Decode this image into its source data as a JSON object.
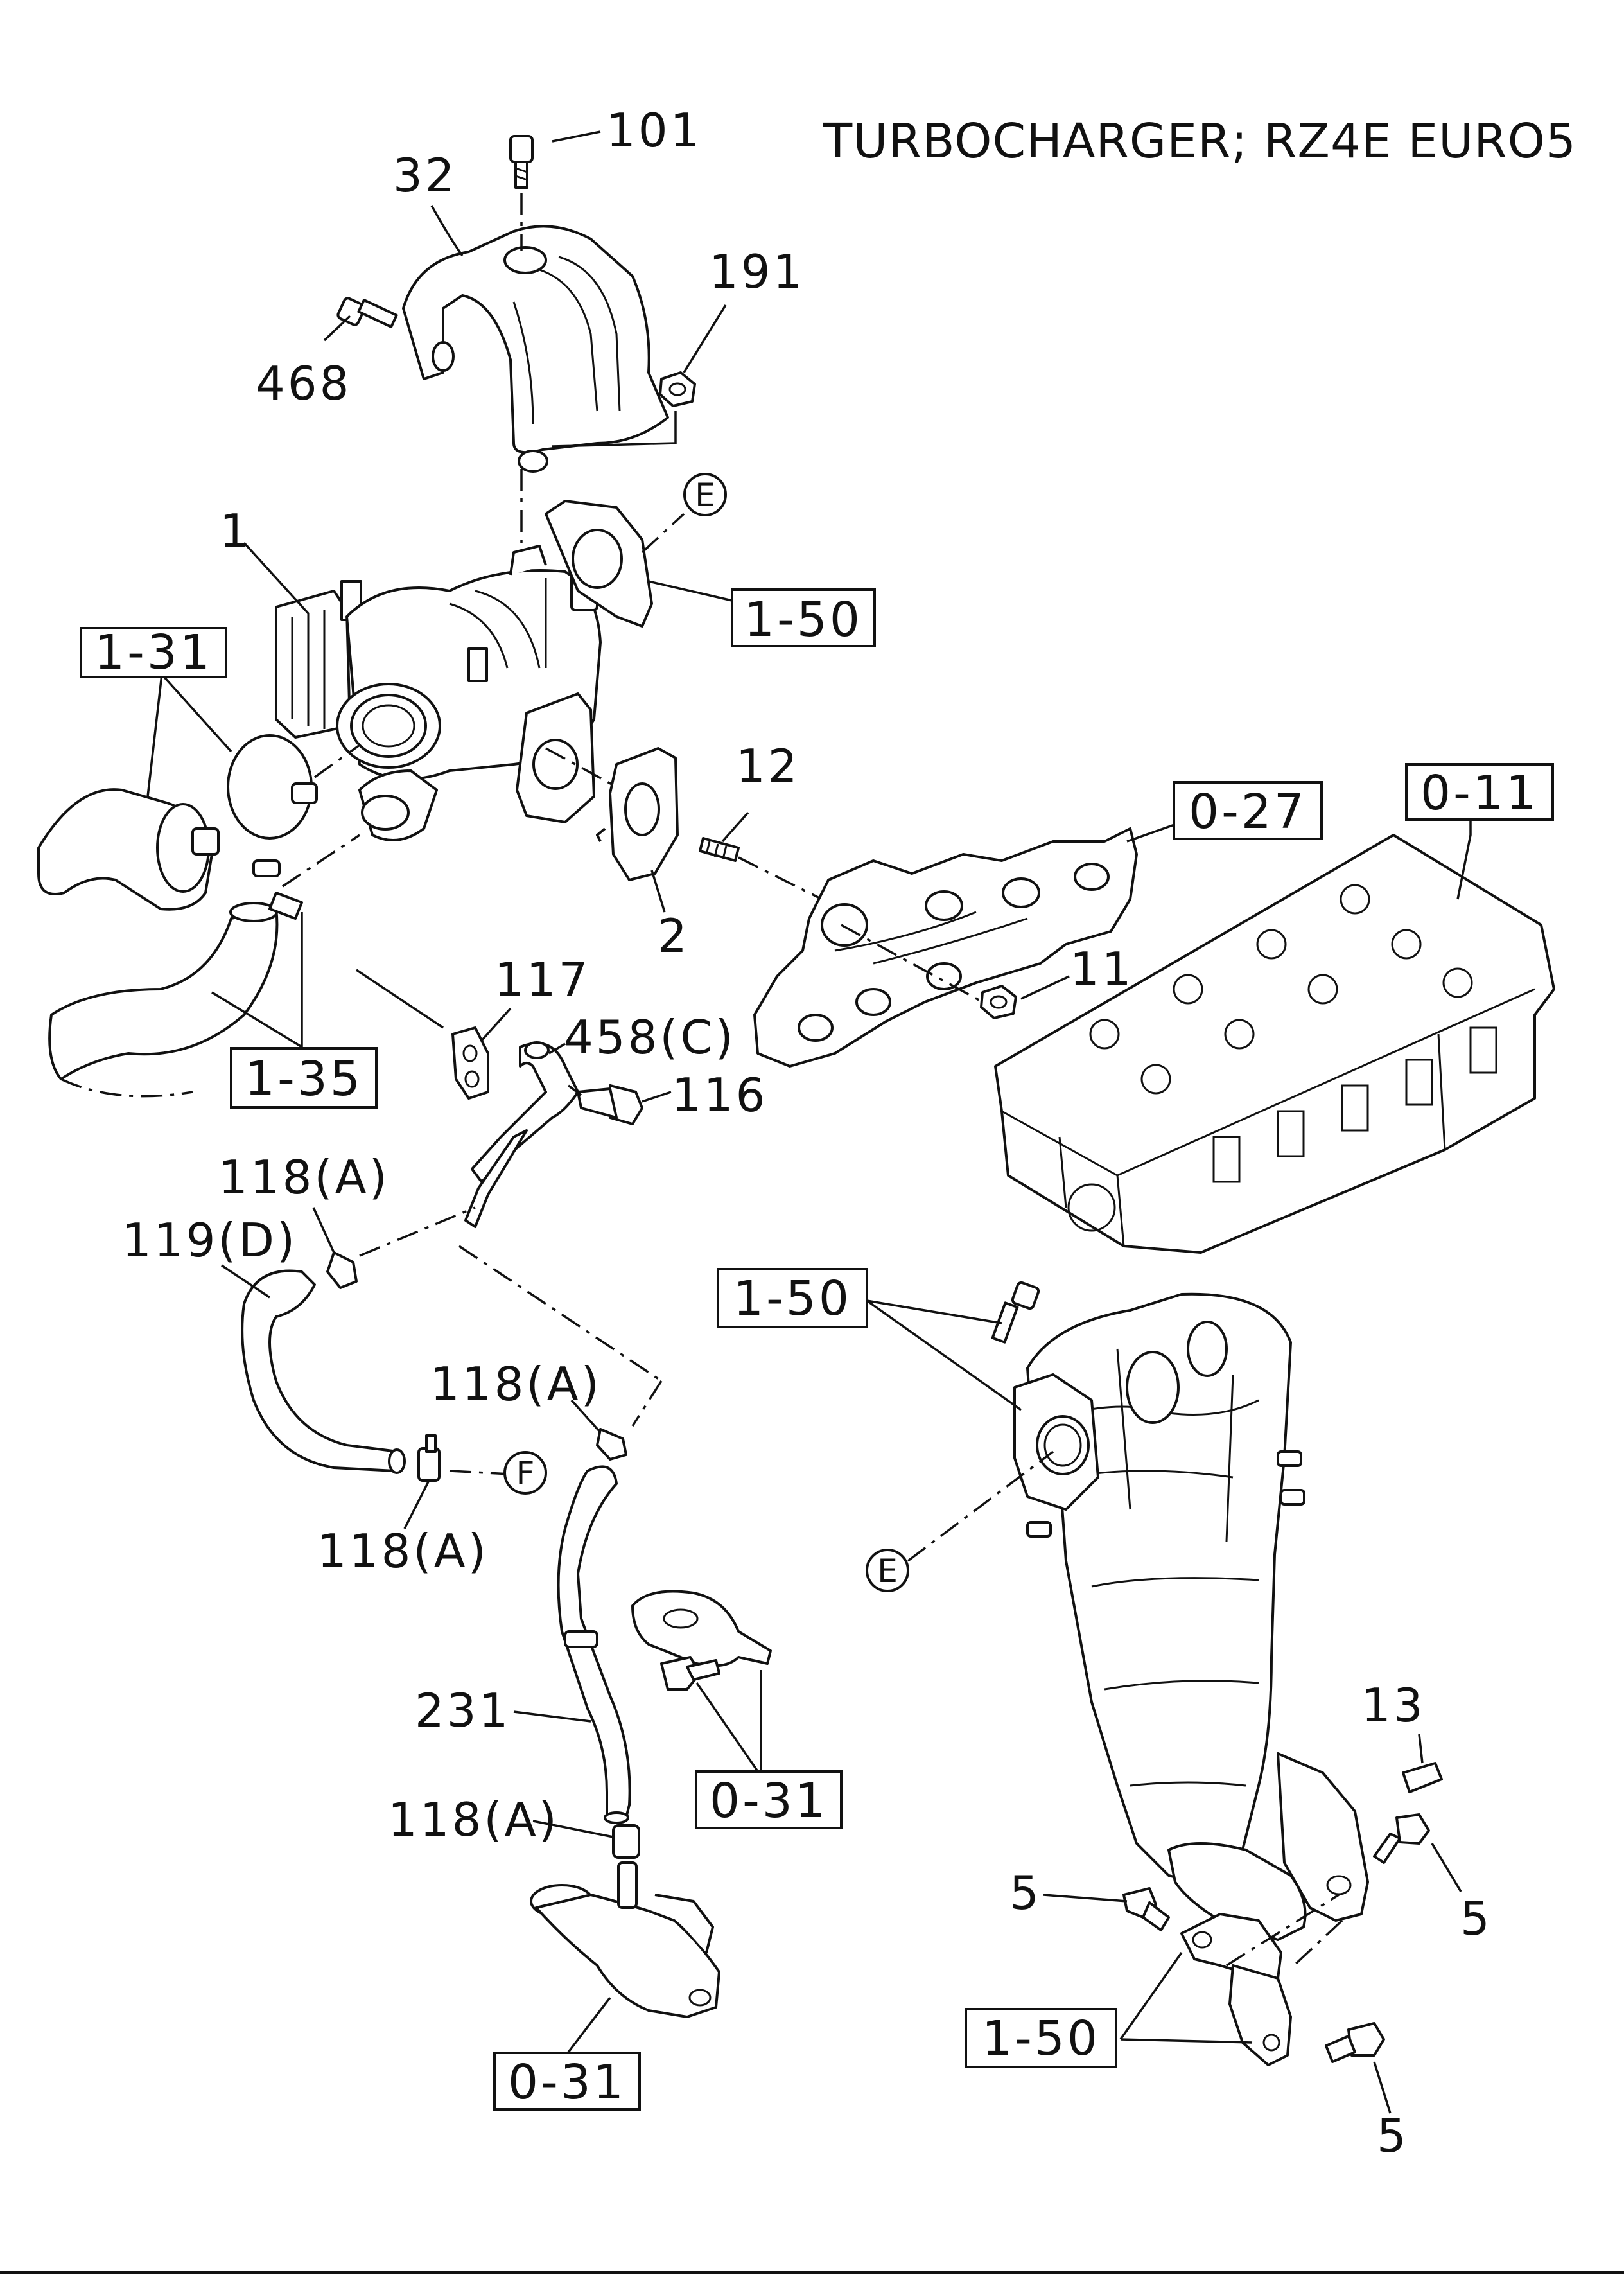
{
  "title": "TURBOCHARGER; RZ4E EURO5",
  "part_labels": {
    "p101": "101",
    "p32": "32",
    "p191": "191",
    "p468": "468",
    "p1": "1",
    "p12": "12",
    "p2": "2",
    "p11": "11",
    "p117": "117",
    "p458c": "458(C)",
    "p116": "116",
    "p118a_1": "118(A)",
    "p119d": "119(D)",
    "p118a_2": "118(A)",
    "p118a_3": "118(A)",
    "p231": "231",
    "p118a_4": "118(A)",
    "p13": "13",
    "p5_1": "5",
    "p5_2": "5",
    "p5_3": "5"
  },
  "ref_boxes": {
    "r150_top": "1-50",
    "r131": "1-31",
    "r135": "1-35",
    "r027": "0-27",
    "r011": "0-11",
    "r150_mid": "1-50",
    "r031_mid": "0-31",
    "r031_bot": "0-31",
    "r150_bot": "1-50"
  },
  "callouts": {
    "e_top": "E",
    "e_bottom": "E",
    "f": "F"
  }
}
